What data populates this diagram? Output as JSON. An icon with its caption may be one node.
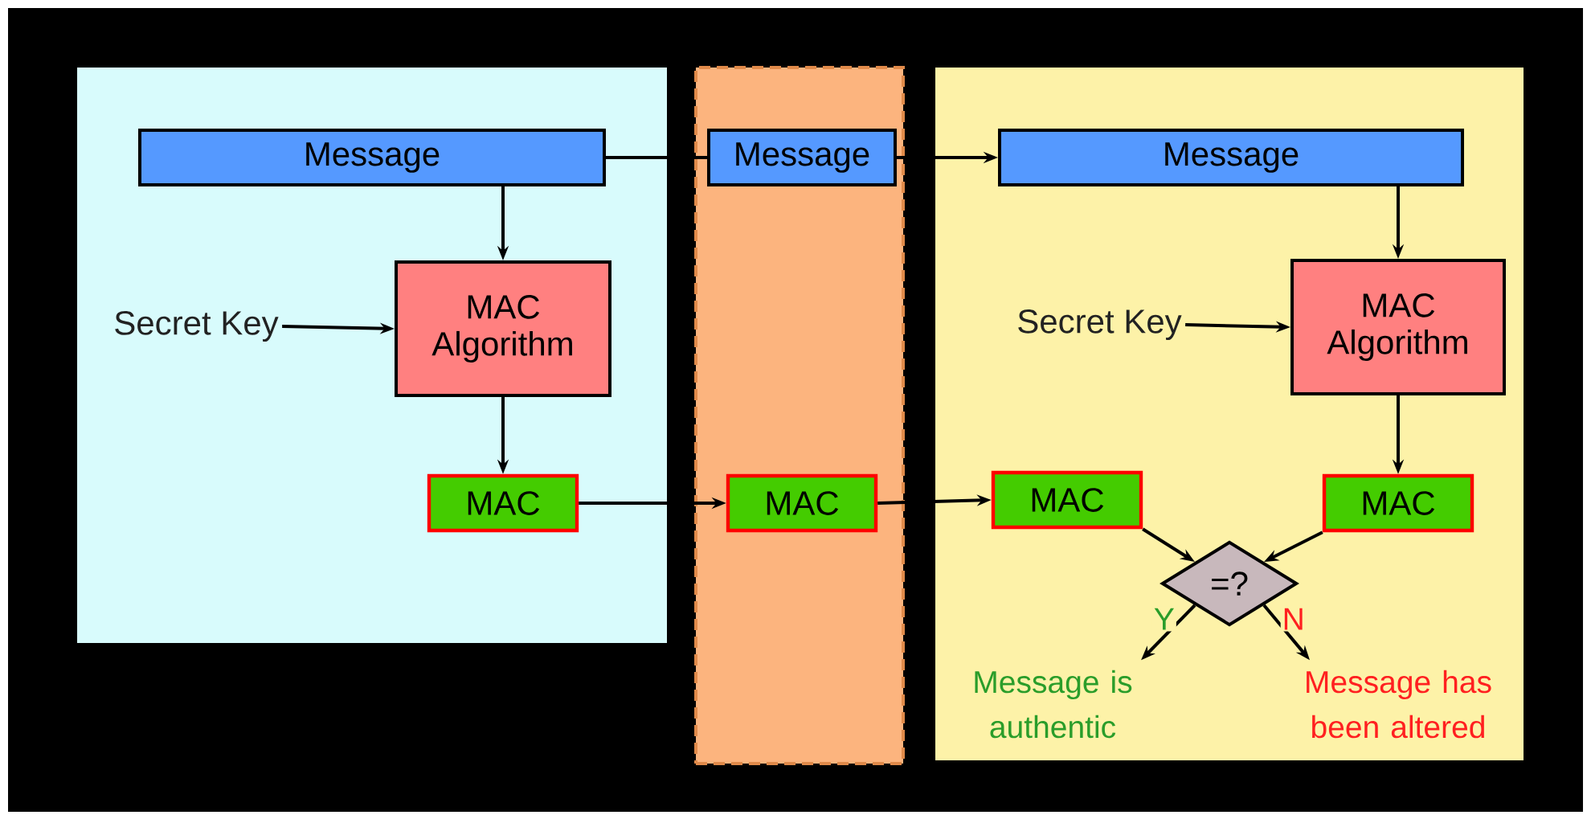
{
  "diagram": {
    "nodes": [
      {
        "text": [],
        "shape": "box"
      },
      {
        "text": [],
        "shape": "box"
      },
      {
        "text": [],
        "shape": "box"
      },
      {
        "text": [
          "Message"
        ],
        "in": 0
      },
      {
        "text": [
          "Secret Key"
        ],
        "in": 0
      },
      {
        "text": [
          "MAC Algorithm"
        ],
        "in": 0
      },
      {
        "text": [
          "MAC"
        ],
        "in": 0
      },
      {
        "text": [
          "Message"
        ],
        "in": 1
      },
      {
        "text": [
          "MAC"
        ],
        "in": 1
      },
      {
        "text": [
          "Message"
        ],
        "in": 2
      },
      {
        "text": [
          "Secret Key"
        ],
        "in": 2
      },
      {
        "text": [
          "MAC Algorithm"
        ],
        "in": 2
      },
      {
        "text": [
          "MAC"
        ],
        "in": 2
      },
      {
        "text": [
          "MAC"
        ],
        "in": 2
      },
      {
        "text": [
          "=?"
        ],
        "in": 2
      },
      {
        "text": [
          "Message is authentic"
        ],
        "in": 2
      },
      {
        "text": [
          "Message has been altered"
        ],
        "in": 2
      }
    ],
    "edges": [
      {
        "from": 3,
        "to": 7,
        "arrow": "none"
      },
      {
        "from": 7,
        "to": 9,
        "arrow": "to"
      },
      {
        "from": 3,
        "to": 5,
        "arrow": "to"
      },
      {
        "from": 4,
        "to": 5,
        "arrow": "to"
      },
      {
        "from": 5,
        "to": 6,
        "arrow": "to"
      },
      {
        "from": 6,
        "to": 8,
        "arrow": "to"
      },
      {
        "from": 8,
        "to": 12,
        "arrow": "to"
      },
      {
        "from": 9,
        "to": 11,
        "arrow": "to"
      },
      {
        "from": 10,
        "to": 11,
        "arrow": "to"
      },
      {
        "from": 11,
        "to": 13,
        "arrow": "to"
      },
      {
        "from": 12,
        "to": 14,
        "arrow": "to"
      },
      {
        "from": 13,
        "to": 14,
        "arrow": "to"
      },
      {
        "from": 14,
        "to": 15,
        "arrow": "to",
        "label": "Y"
      },
      {
        "from": 14,
        "to": 16,
        "arrow": "to",
        "label": "N"
      }
    ]
  }
}
